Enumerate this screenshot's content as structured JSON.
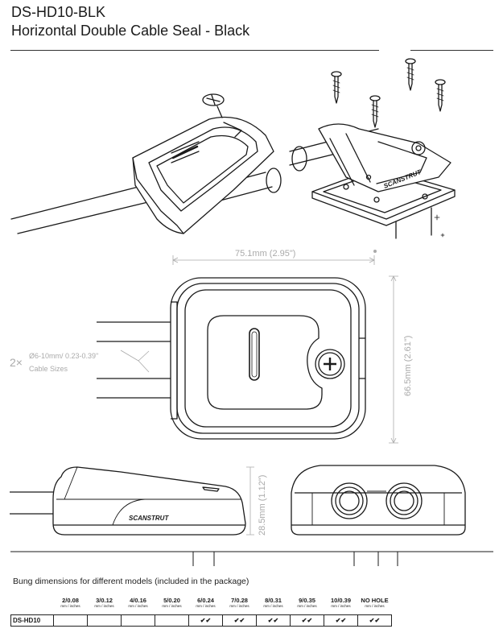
{
  "header": {
    "model_code": "DS-HD10-BLK",
    "product_name": "Horizontal Double Cable Seal - Black"
  },
  "dimensions": {
    "width": "75.1mm (2.95\")",
    "depth": "66.5mm (2.61\")",
    "height": "28.5mm (1.12\")",
    "cable_multiplier": "2×",
    "cable_range": "Ø6-10mm/ 0.23-0.39\"",
    "cable_label": "Cable Sizes"
  },
  "logo_text": "SCANSTRUT",
  "bung_table": {
    "caption": "Bung dimensions for different models (included in the package)",
    "unit_label": "mm / inches",
    "columns": [
      "2/0.08",
      "3/0.12",
      "4/0.16",
      "5/0.20",
      "6/0.24",
      "7/0.28",
      "8/0.31",
      "9/0.35",
      "10/0.39",
      "NO HOLE"
    ],
    "rows": [
      {
        "model": "DS-HD10",
        "cells": [
          "",
          "",
          "",
          "",
          "✔✔",
          "✔✔",
          "✔✔",
          "✔✔",
          "✔✔",
          "✔✔"
        ]
      }
    ]
  }
}
